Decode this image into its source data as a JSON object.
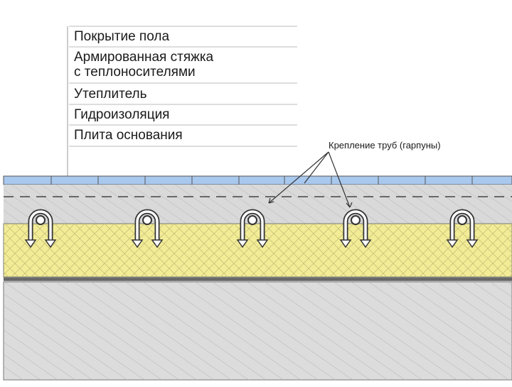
{
  "legend": {
    "items": [
      {
        "label": "Покрытие пола"
      },
      {
        "label_line1": "Армированная стяжка",
        "label_line2": "с теплоносителями"
      },
      {
        "label": "Утеплитель"
      },
      {
        "label": "Гидроизоляция"
      },
      {
        "label": "Плита основания"
      }
    ]
  },
  "callout": {
    "label": "Крепление труб (гарпуны)"
  },
  "colors": {
    "floor_covering": "#a9c8ee",
    "screed": "#d9d9d9",
    "insulation": "#f2ec97",
    "waterproofing": "#7a7a7a",
    "base_slab": "#dcdcdc",
    "line": "#555555"
  },
  "pipe_count": 5
}
